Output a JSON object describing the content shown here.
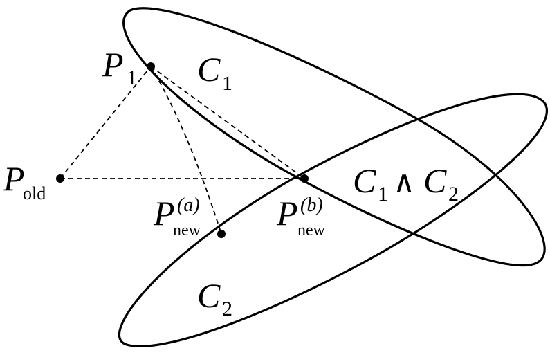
{
  "labels": {
    "p1": {
      "main": "P",
      "sub": "1"
    },
    "c1": {
      "main": "C",
      "sub": "1"
    },
    "c2": {
      "main": "C",
      "sub": "2"
    },
    "pold": {
      "main": "P",
      "sub": "old"
    },
    "pnew_a": {
      "main": "P",
      "sup": "(a)",
      "sub": "new"
    },
    "pnew_b": {
      "main": "P",
      "sup": "(b)",
      "sub": "new"
    },
    "intersection": {
      "c1_main": "C",
      "c1_sub": "1",
      "op": "∧",
      "c2_main": "C",
      "c2_sub": "2"
    }
  },
  "colors": {
    "stroke": "#000000",
    "background": "#ffffff"
  }
}
